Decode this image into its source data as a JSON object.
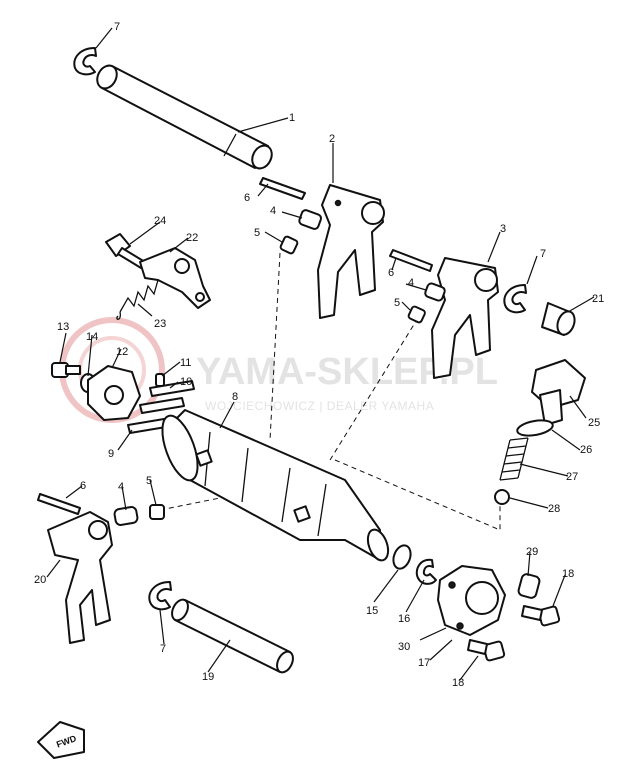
{
  "watermark": {
    "title": "YAMA-SKLEP.PL",
    "subtitle": "WOJCIECHOWICZ | DEALER YAMAHA",
    "logo_color": "#e8a0a0"
  },
  "direction_marker": "FWD",
  "callouts": {
    "c1": "1",
    "c2": "2",
    "c3": "3",
    "c4a": "4",
    "c4b": "4",
    "c4c": "4",
    "c5a": "5",
    "c5b": "5",
    "c5c": "5",
    "c6a": "6",
    "c6b": "6",
    "c6c": "6",
    "c7a": "7",
    "c7b": "7",
    "c7c": "7",
    "c8": "8",
    "c9": "9",
    "c10": "10",
    "c11": "11",
    "c12": "12",
    "c13": "13",
    "c14": "14",
    "c15": "15",
    "c16": "16",
    "c17": "17",
    "c18a": "18",
    "c18b": "18",
    "c19": "19",
    "c20": "20",
    "c21": "21",
    "c22": "22",
    "c23": "23",
    "c24": "24",
    "c25": "25",
    "c26": "26",
    "c27": "27",
    "c28": "28",
    "c29": "29",
    "c30": "30"
  }
}
